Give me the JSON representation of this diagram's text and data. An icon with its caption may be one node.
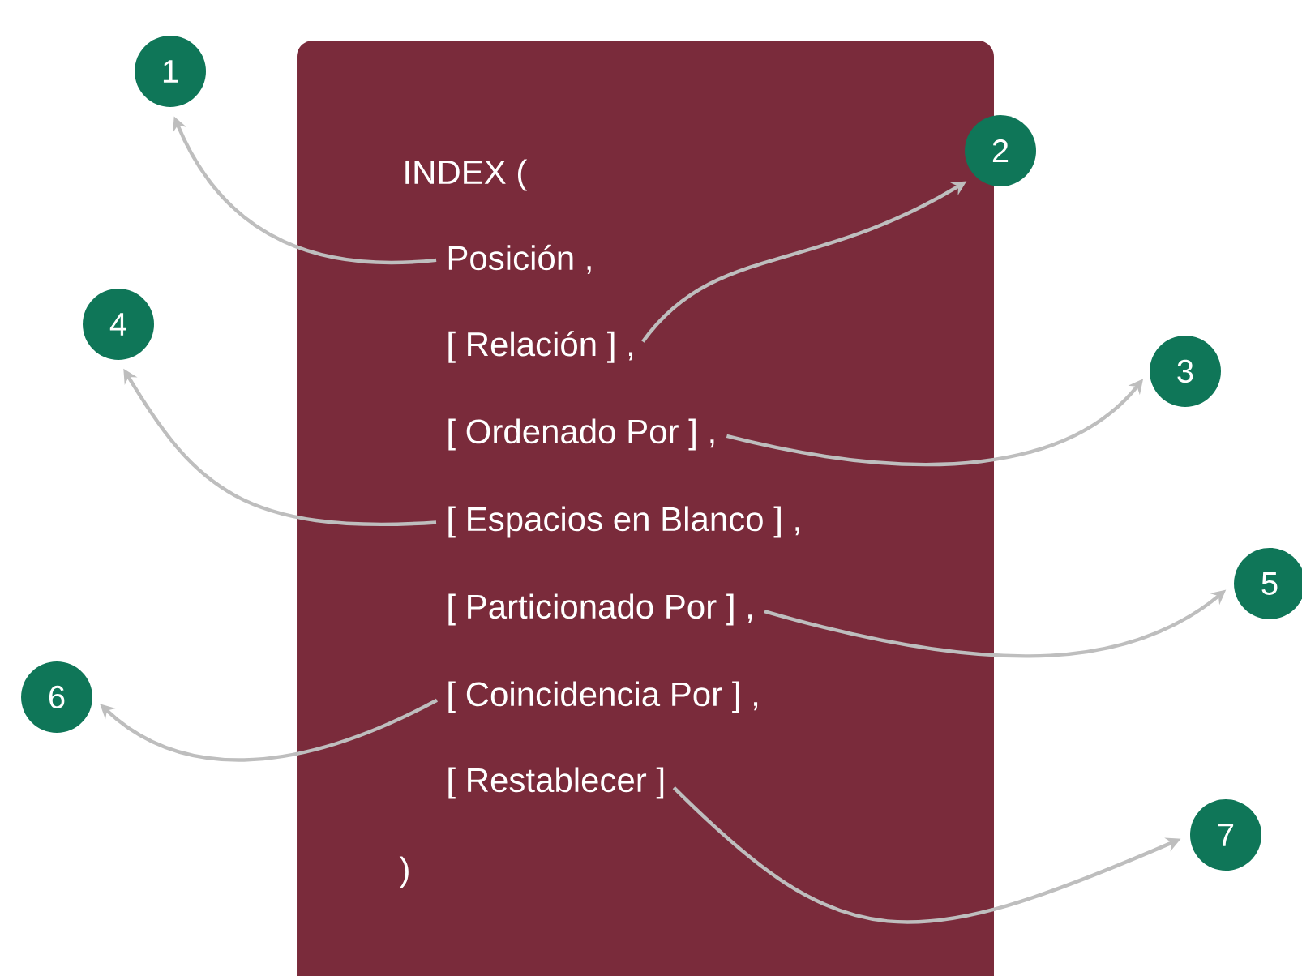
{
  "diagram": {
    "nodes": [
      {
        "text": [
          "INDEX (",
          ")"
        ]
      },
      {
        "text": [
          "Posición ,"
        ],
        "in": 0
      },
      {
        "text": [
          "[ Relación ] ,"
        ],
        "in": 0
      },
      {
        "text": [
          "[ Ordenado Por ] ,"
        ],
        "in": 0
      },
      {
        "text": [
          "[ Espacios en Blanco ] ,"
        ],
        "in": 0
      },
      {
        "text": [
          "[ Particionado Por ] ,"
        ],
        "in": 0
      },
      {
        "text": [
          "[ Coincidencia Por ] ,"
        ],
        "in": 0
      },
      {
        "text": [
          "[ Restablecer ]"
        ],
        "in": 0
      },
      {
        "text": [
          "1"
        ]
      },
      {
        "text": [
          "2"
        ]
      },
      {
        "text": [
          "3"
        ]
      },
      {
        "text": [
          "4"
        ]
      },
      {
        "text": [
          "5"
        ]
      },
      {
        "text": [
          "6"
        ]
      },
      {
        "text": [
          "7"
        ]
      }
    ],
    "edges": [
      {
        "from": 1,
        "to": 8,
        "arrow": "to"
      },
      {
        "from": 2,
        "to": 9,
        "arrow": "to"
      },
      {
        "from": 3,
        "to": 10,
        "arrow": "to"
      },
      {
        "from": 4,
        "to": 11,
        "arrow": "to"
      },
      {
        "from": 5,
        "to": 12,
        "arrow": "to"
      },
      {
        "from": 6,
        "to": 13,
        "arrow": "to"
      },
      {
        "from": 7,
        "to": 14,
        "arrow": "to"
      }
    ]
  }
}
